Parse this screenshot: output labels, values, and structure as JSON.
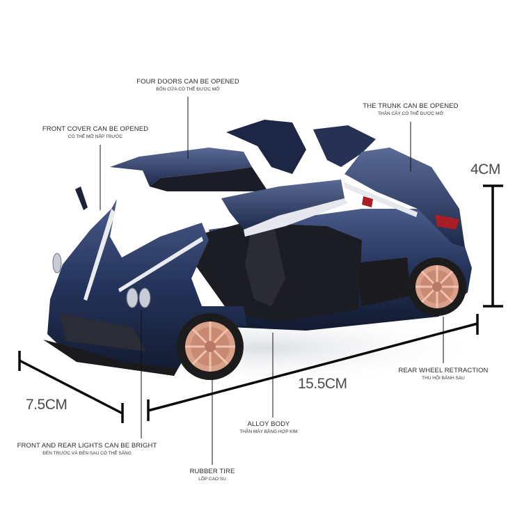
{
  "product": {
    "subject": "Diecast supercar model, dark blue, gull-wing doors open",
    "colors": {
      "body": "#24335a",
      "body_highlight": "#4a5b8a",
      "body_dark": "#121a30",
      "wheel_rim": "#d9a08a",
      "tire": "#1c1c1c",
      "dimension_line": "#0a0a0a",
      "leader_line": "#111111",
      "text": "#2a2a2a",
      "background": "#ffffff"
    }
  },
  "annotations": [
    {
      "id": "four-doors",
      "en": "FOUR DOORS CAN BE OPENED",
      "vi": "BỐN CỬA CÓ THỂ ĐƯỢC MỞ"
    },
    {
      "id": "front-cover",
      "en": "FRONT COVER CAN BE OPENED",
      "vi": "CÓ THỂ MỞ NẮP TRƯỚC"
    },
    {
      "id": "trunk",
      "en": "THE TRUNK CAN BE OPENED",
      "vi": "THÂN CÂY CÓ THỂ ĐƯỢC MỞ"
    },
    {
      "id": "rear-wheel",
      "en": "REAR WHEEL RETRACTION",
      "vi": "THU HỒI BÁNH SAU"
    },
    {
      "id": "alloy-body",
      "en": "ALLOY BODY",
      "vi": "THÂN MÁY BẰNG HỢP KIM"
    },
    {
      "id": "lights",
      "en": "FRONT AND REAR LIGHTS CAN BE BRIGHT",
      "vi": "ĐÈN TRƯỚC VÀ ĐÈN SAU CÓ THỂ SÁNG"
    },
    {
      "id": "rubber-tire",
      "en": "RUBBER TIRE",
      "vi": "LỐP CAO SU"
    }
  ],
  "dimensions": {
    "width": "7.5CM",
    "length": "15.5CM",
    "height": "4CM"
  }
}
